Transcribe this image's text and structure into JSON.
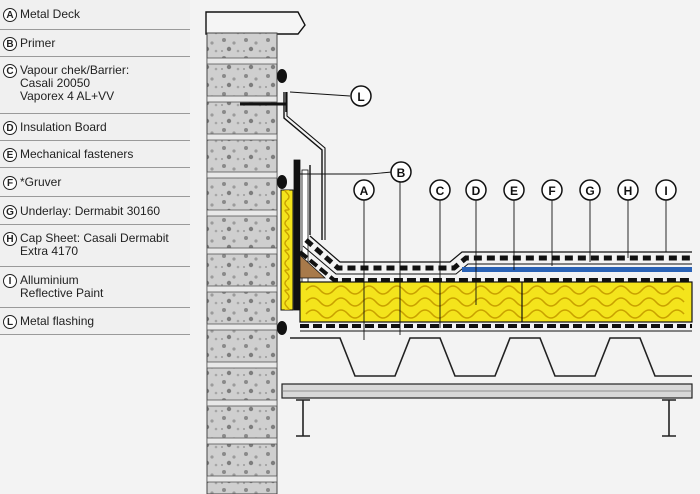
{
  "legend": [
    {
      "letter": "A",
      "text": "Metal Deck"
    },
    {
      "letter": "B",
      "text": "Primer"
    },
    {
      "letter": "C",
      "text": "Vapour chek/Barrier:\nCasali 20050\nVaporex 4 AL+VV"
    },
    {
      "letter": "D",
      "text": "Insulation Board"
    },
    {
      "letter": "E",
      "text": "Mechanical fasteners"
    },
    {
      "letter": "F",
      "text": "*Gruver"
    },
    {
      "letter": "G",
      "text": "Underlay: Dermabit 30160"
    },
    {
      "letter": "H",
      "text": "Cap Sheet: Casali Dermabit\nExtra 4170"
    },
    {
      "letter": "I",
      "text": "Alluminium\nReflective Paint"
    },
    {
      "letter": "L",
      "text": "Metal flashing"
    }
  ],
  "callouts": {
    "L": "L",
    "B": "B",
    "A": "A",
    "C": "C",
    "D": "D",
    "E": "E",
    "F": "F",
    "G": "G",
    "H": "H",
    "I": "I"
  },
  "colors": {
    "insulation": "#f4e41c",
    "insulation_wave": "#c9a100",
    "fastener_blue": "#2a62b5",
    "wall_stone": "#c9c9c9",
    "upstand_brown": "#a87a4a"
  }
}
